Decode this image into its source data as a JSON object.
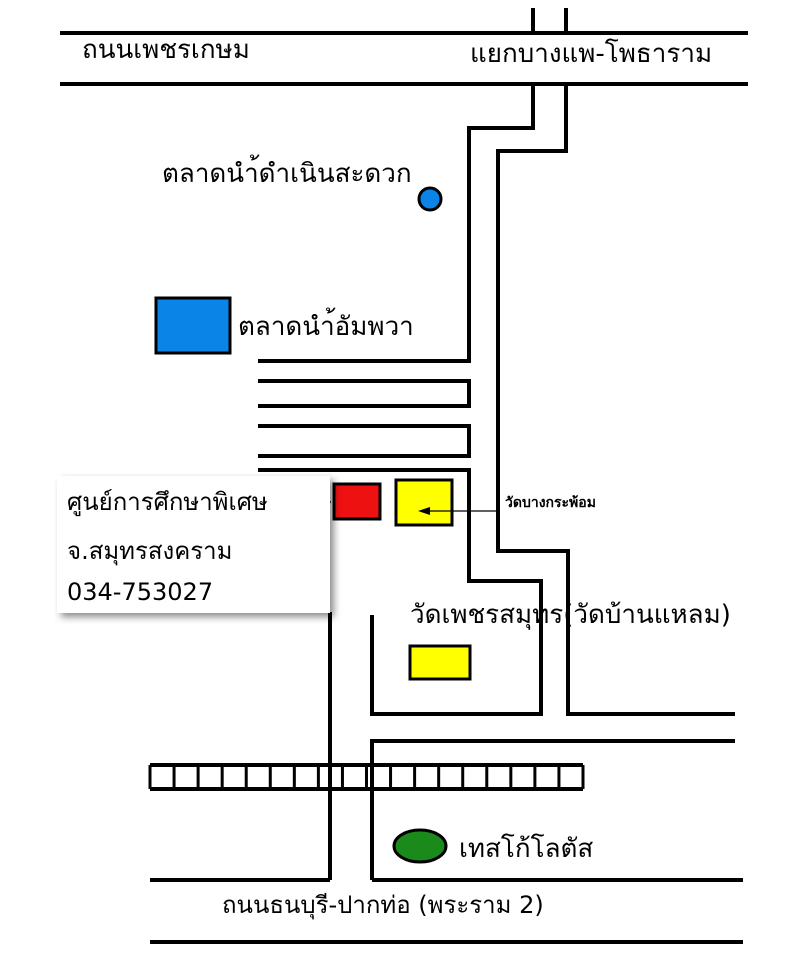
{
  "labels": {
    "road_petchkasem": "ถนนเพชรเกษม",
    "junction": "แยกบางแพ-โพธาราม",
    "market_damnoen": "ตลาดนำ้ดำเนินสะดวก",
    "market_amphawa": "ตลาดนำ้อัมพวา",
    "wat_bang_kra_phom": "วัดบางกระพ้อม",
    "wat_phet_samut": "วัดเพชรสมุทร(วัดบ้านแหลม)",
    "tesco_lotus": "เทสโก้โลตัส",
    "road_thonburi": "ถนนธนบุรี-ปากท่อ (พระราม 2)"
  },
  "info": {
    "name": "ศูนย์การศึกษาพิเศษ",
    "province": "จ.สมุทรสงคราม",
    "phone": "034-753027"
  },
  "colors": {
    "market_blue": "#0a84e6",
    "center_red": "#ee1111",
    "temple_yellow": "#ffff00",
    "tesco_green": "#1a8a1a",
    "road_line": "#000000"
  },
  "icons": [
    "pointer-chevron-icon",
    "arrow-left-icon"
  ]
}
